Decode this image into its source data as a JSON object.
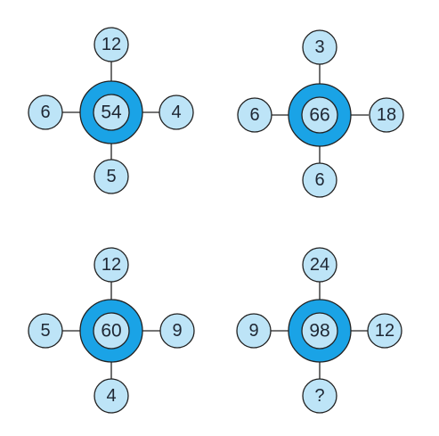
{
  "colors": {
    "background": "#ffffff",
    "small_circle_fill": "#bde4f7",
    "ring_fill": "#1aa3e6",
    "inner_circle_fill": "#bde4f7",
    "stroke": "#222222",
    "text": "#1f2733"
  },
  "puzzles": [
    {
      "center": "54",
      "top": "12",
      "left": "6",
      "right": "4",
      "bottom": "5"
    },
    {
      "center": "66",
      "top": "3",
      "left": "6",
      "right": "18",
      "bottom": "6"
    },
    {
      "center": "60",
      "top": "12",
      "left": "5",
      "right": "9",
      "bottom": "4"
    },
    {
      "center": "98",
      "top": "24",
      "left": "9",
      "right": "12",
      "bottom": "?"
    }
  ]
}
